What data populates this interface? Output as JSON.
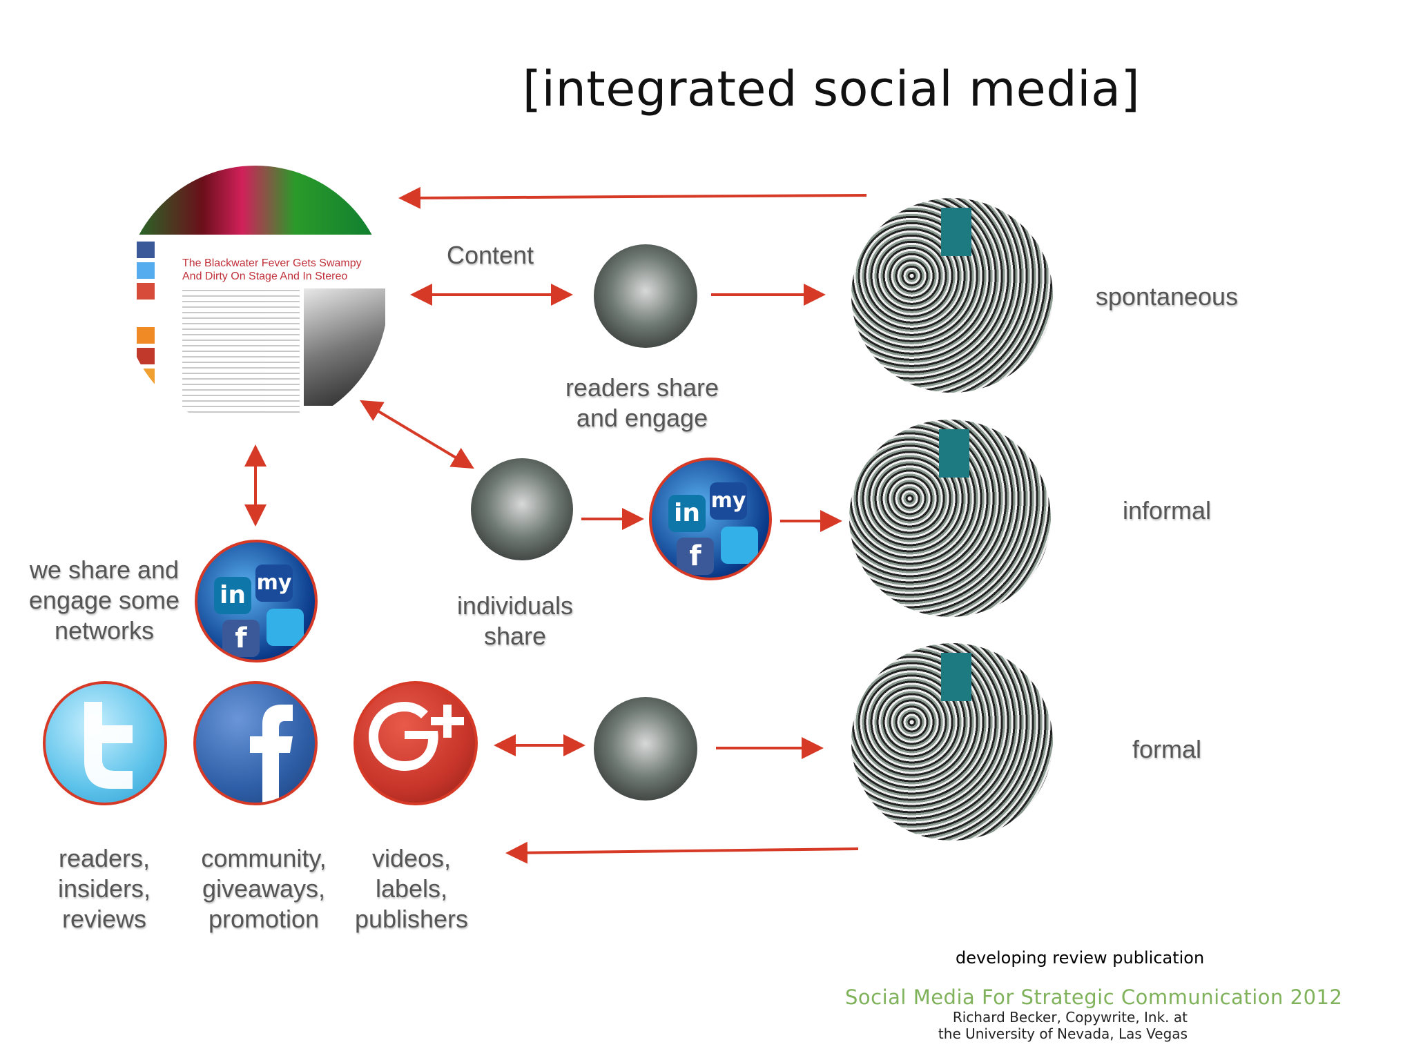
{
  "title": "[integrated social media]",
  "labels": {
    "content": "Content",
    "readers_share": "readers share",
    "and_engage": "and engage",
    "individuals": "individuals",
    "share": "share",
    "we_share_line1": "we share and",
    "we_share_line2": "engage some",
    "we_share_line3": "networks",
    "spontaneous": "spontaneous",
    "informal": "informal",
    "formal": "formal"
  },
  "network_captions": {
    "twitter": [
      "readers,",
      "insiders,",
      "reviews"
    ],
    "facebook": [
      "community,",
      "giveaways,",
      "promotion"
    ],
    "google": [
      "videos,",
      "labels,",
      "publishers"
    ]
  },
  "blog": {
    "headline_line1": "The Blackwater Fever Gets Swampy",
    "headline_line2": "And Dirty On Stage And In Stereo"
  },
  "app_icons": {
    "linkedin": "in",
    "myspace": "my",
    "facebook": "f"
  },
  "footer": {
    "subtitle": "developing review publication",
    "course": "Social Media For Strategic Communication 2012",
    "credit_line1": "Richard Becker, Copywrite, Ink. at",
    "credit_line2": "the University of Nevada, Las Vegas"
  },
  "colors": {
    "arrow": "#d63a26",
    "label": "#555555",
    "course": "#7fb25a",
    "twitter": "#5ec3ea",
    "facebook": "#2f5fa8",
    "google": "#c8352a"
  }
}
